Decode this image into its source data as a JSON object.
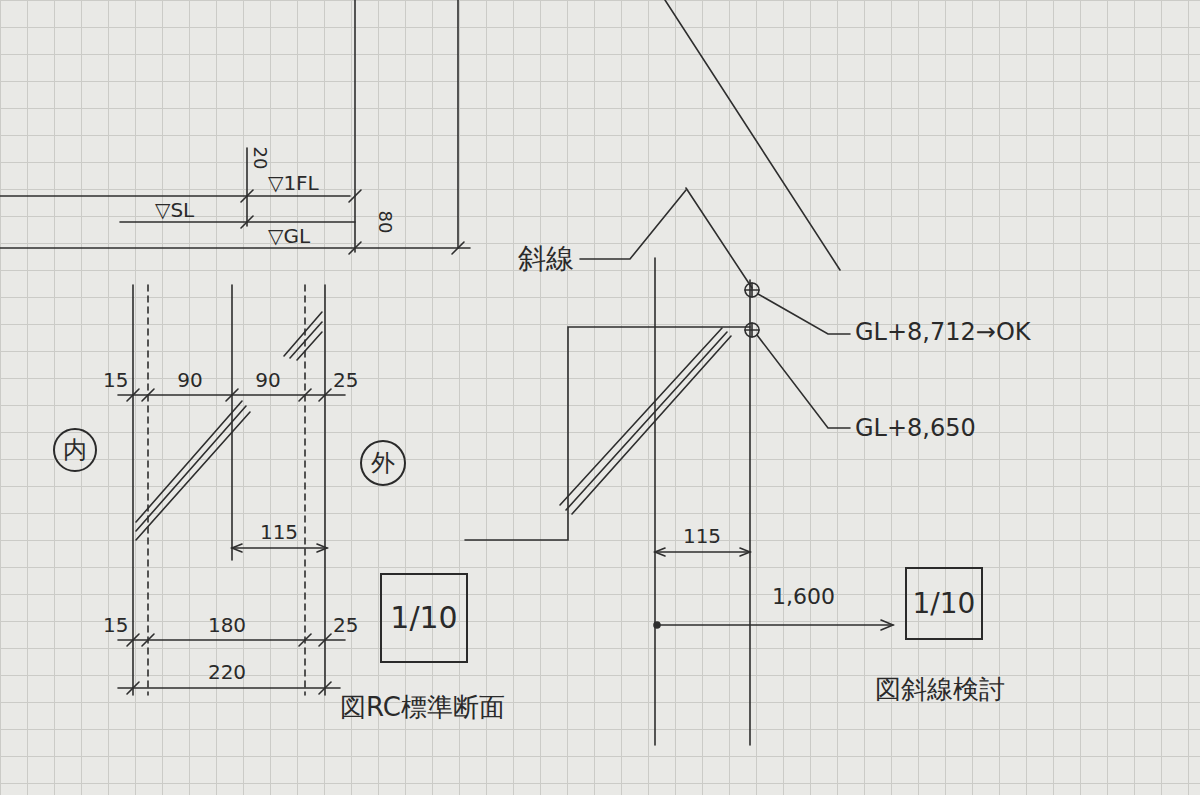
{
  "diagram": {
    "nodes": [
      {
        "text": [
          "内"
        ]
      },
      {
        "text": [
          "外"
        ]
      },
      {
        "text": [
          "1/10"
        ]
      },
      {
        "text": [
          "1/10"
        ]
      }
    ],
    "labels": [
      "20",
      "▽1FL",
      "▽SL",
      "80",
      "▽GL",
      "斜線",
      "GL+8,712→OK",
      "15",
      "90",
      "90",
      "25",
      "GL+8,650",
      "115",
      "115",
      "1,600",
      "15",
      "180",
      "25",
      "220",
      "図RC標準断面",
      "図斜線検討"
    ]
  }
}
